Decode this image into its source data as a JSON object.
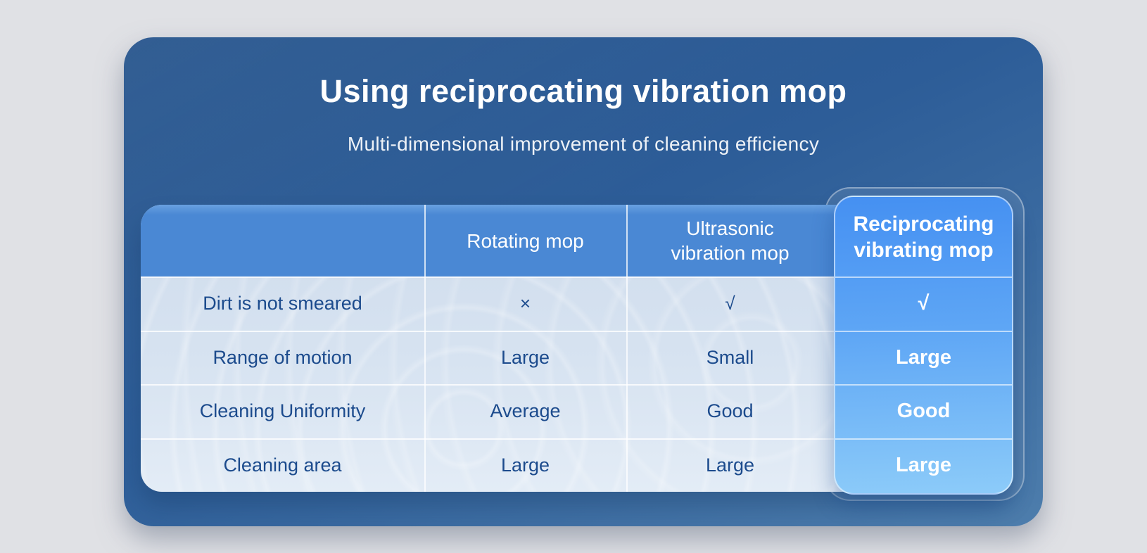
{
  "header": {
    "title": "Using reciprocating vibration mop",
    "subtitle": "Multi-dimensional improvement of cleaning efficiency"
  },
  "table": {
    "columns": [
      {
        "label": ""
      },
      {
        "label": "Rotating mop"
      },
      {
        "label": "Ultrasonic vibration mop",
        "lines": [
          "Ultrasonic",
          "vibration mop"
        ]
      },
      {
        "label": "Reciprocating vibrating mop",
        "lines": [
          "Reciprocating",
          "vibrating mop"
        ],
        "highlighted": true
      }
    ],
    "rows": [
      {
        "label": "Dirt is not smeared",
        "values": [
          "×",
          "√",
          "√"
        ]
      },
      {
        "label": "Range of motion",
        "values": [
          "Large",
          "Small",
          "Large"
        ]
      },
      {
        "label": "Cleaning Uniformity",
        "values": [
          "Average",
          "Good",
          "Good"
        ]
      },
      {
        "label": "Cleaning area",
        "values": [
          "Large",
          "Large",
          "Large"
        ]
      }
    ]
  },
  "chart_data": {
    "type": "table",
    "title": "Using reciprocating vibration mop",
    "subtitle": "Multi-dimensional improvement of cleaning efficiency",
    "columns": [
      "",
      "Rotating mop",
      "Ultrasonic vibration mop",
      "Reciprocating vibrating mop"
    ],
    "rows": [
      [
        "Dirt is not smeared",
        "×",
        "√",
        "√"
      ],
      [
        "Range of motion",
        "Large",
        "Small",
        "Large"
      ],
      [
        "Cleaning Uniformity",
        "Average",
        "Good",
        "Good"
      ],
      [
        "Cleaning area",
        "Large",
        "Large",
        "Large"
      ]
    ],
    "highlighted_column": "Reciprocating vibrating mop",
    "legend_position": "none",
    "grid": true
  },
  "colors": {
    "page_background": "#e0e1e5",
    "card_gradient_top": "#27558d",
    "card_gradient_bottom": "#4d7dac",
    "header_row_blue": "#4a88d4",
    "body_row_light": "#d5e2f0",
    "highlight_gradient_top": "#4590f2",
    "highlight_gradient_bottom": "#8ccbf9",
    "navy_text": "#1c4b8d",
    "white_text": "#ffffff"
  }
}
